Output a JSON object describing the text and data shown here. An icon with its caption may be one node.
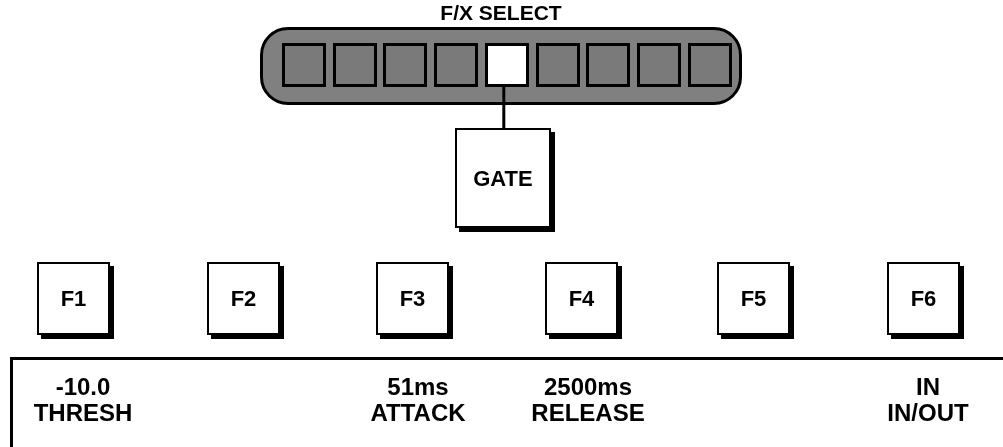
{
  "diagram": {
    "nodes": [
      {
        "text": [
          "F/X SELECT"
        ]
      },
      {
        "text": [],
        "shape": "box",
        "in": 0
      },
      {
        "text": [],
        "shape": "box",
        "in": 0
      },
      {
        "text": [],
        "shape": "box",
        "in": 0
      },
      {
        "text": [],
        "shape": "box",
        "in": 0
      },
      {
        "text": [],
        "shape": "box",
        "in": 0
      },
      {
        "text": [],
        "shape": "box",
        "in": 0
      },
      {
        "text": [],
        "shape": "box",
        "in": 0
      },
      {
        "text": [],
        "shape": "box",
        "in": 0
      },
      {
        "text": [],
        "shape": "box",
        "in": 0
      },
      {
        "text": [
          "GATE"
        ]
      },
      {
        "text": [
          "F1"
        ]
      },
      {
        "text": [
          "F2"
        ]
      },
      {
        "text": [
          "F3"
        ]
      },
      {
        "text": [
          "F4"
        ]
      },
      {
        "text": [
          "F5"
        ]
      },
      {
        "text": [
          "F6"
        ]
      },
      {
        "text": [
          "-10.0",
          "THRESH",
          "51ms",
          "ATTACK",
          "2500ms",
          "RELEASE",
          "IN",
          "IN/OUT"
        ]
      }
    ],
    "edges": [
      {
        "from": 5,
        "to": 10,
        "arrow": "none"
      }
    ]
  }
}
